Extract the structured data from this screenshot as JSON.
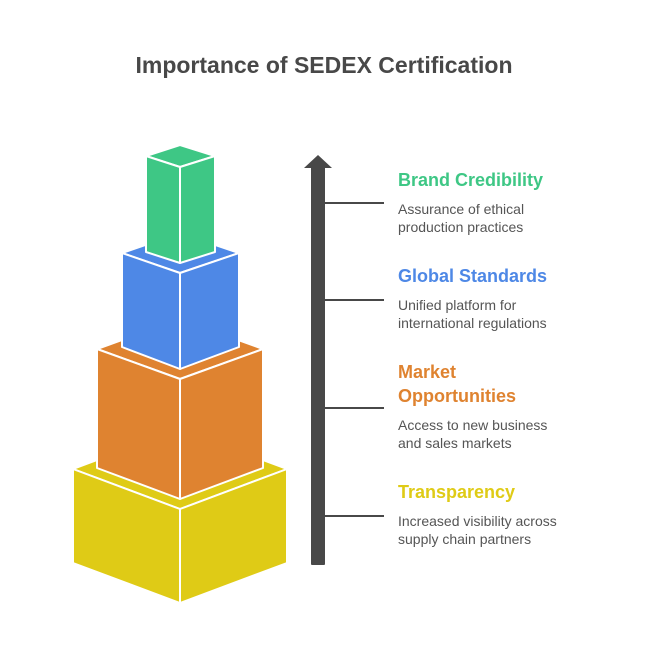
{
  "title": "Importance of SEDEX Certification",
  "levels": [
    {
      "heading": "Brand Credibility",
      "desc_line1": "Assurance of ethical",
      "desc_line2": "production practices",
      "color": "#3ec785"
    },
    {
      "heading": "Global Standards",
      "desc_line1": "Unified platform for",
      "desc_line2": "international regulations",
      "color": "#4e88e6"
    },
    {
      "heading": "Market Opportunities",
      "desc_line1": "Access to new business",
      "desc_line2": "and sales markets",
      "color": "#df8330"
    },
    {
      "heading": "Transparency",
      "desc_line1": "Increased visibility across",
      "desc_line2": "supply chain partners",
      "color": "#dfcb16"
    }
  ],
  "arrow_color": "#484848"
}
